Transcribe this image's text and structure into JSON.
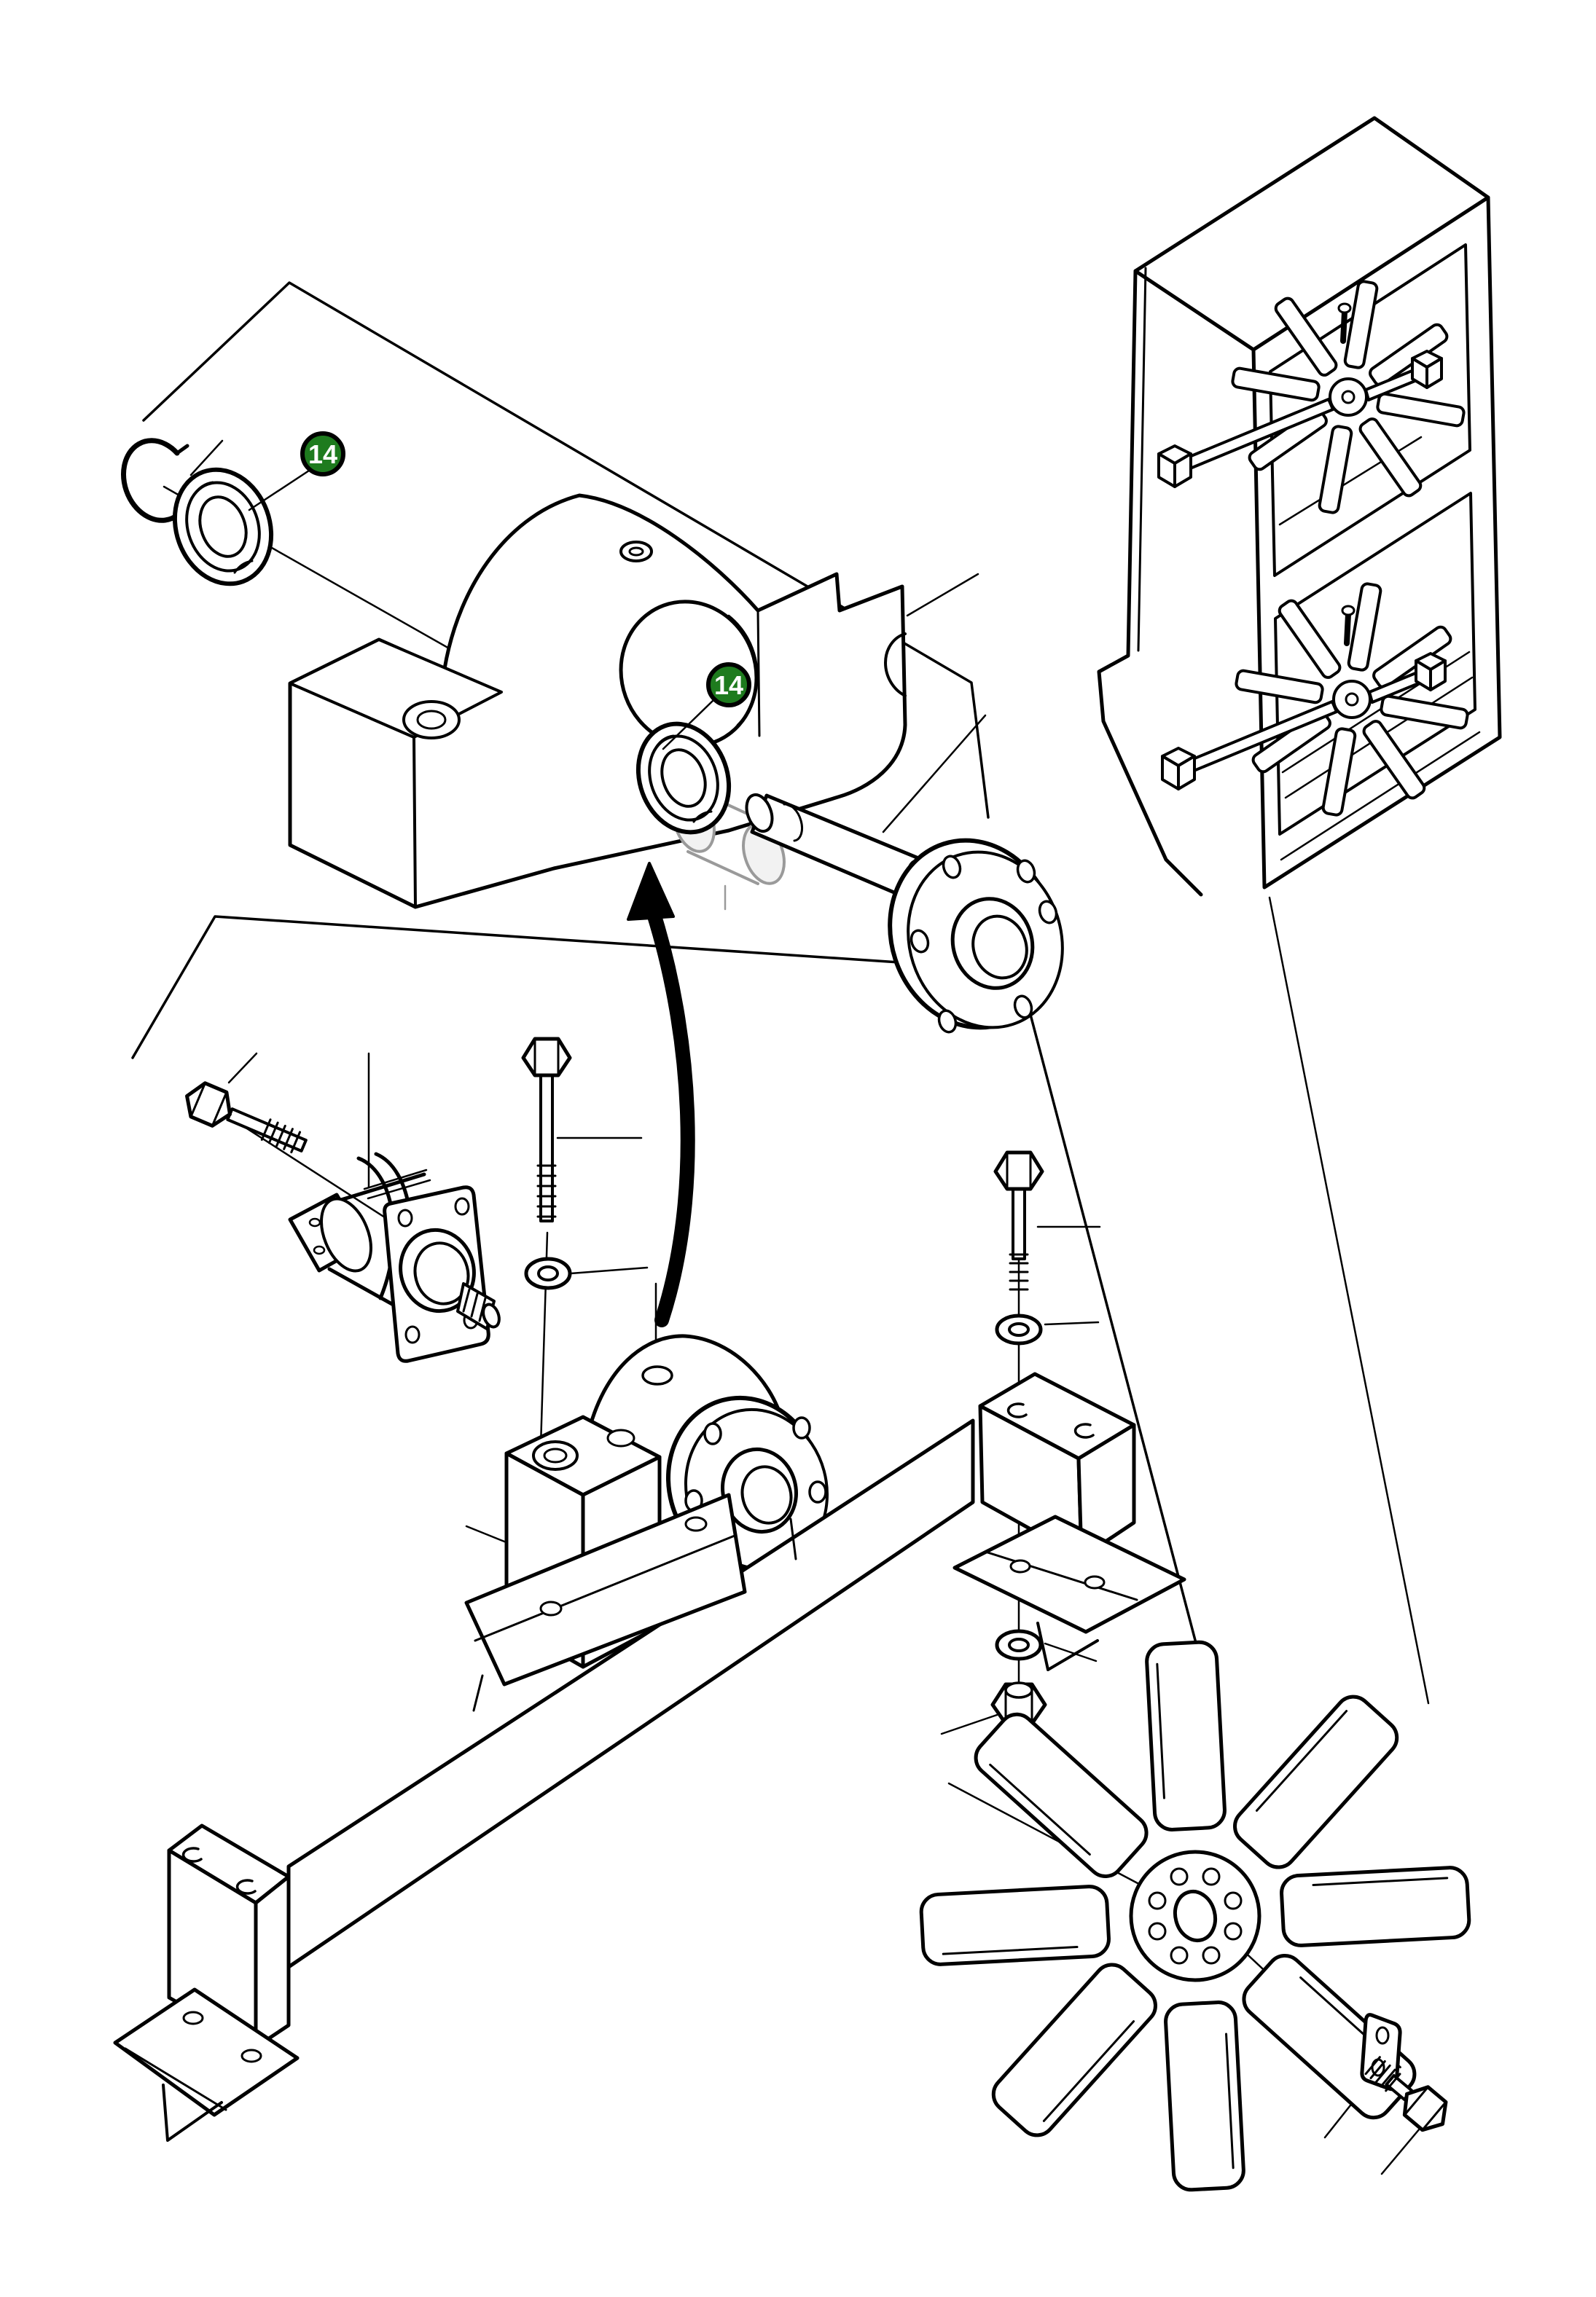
{
  "page": {
    "background": "#ffffff",
    "ink": "#000000"
  },
  "badge": {
    "fill": "#1e7b1e",
    "ring": "#000000",
    "text_color": "#ffffff"
  },
  "callouts": [
    {
      "label": "14",
      "target": "front-bearing"
    },
    {
      "label": "14",
      "target": "rear-bearing"
    }
  ],
  "parts": [
    {
      "name": "snap-ring"
    },
    {
      "name": "front-bearing"
    },
    {
      "name": "pillow-block-housing"
    },
    {
      "name": "spacer-bushing"
    },
    {
      "name": "rear-bearing"
    },
    {
      "name": "fan-shaft-with-hub-flange"
    },
    {
      "name": "fan-cage-frame-with-impellers"
    },
    {
      "name": "hydraulic-motor"
    },
    {
      "name": "motor-flange-bolt"
    },
    {
      "name": "mount-bolt-front"
    },
    {
      "name": "flat-washer-front"
    },
    {
      "name": "assembled-bearing-unit"
    },
    {
      "name": "axle-beam"
    },
    {
      "name": "left-end-block"
    },
    {
      "name": "left-angle-bracket"
    },
    {
      "name": "mount-bolt-rear"
    },
    {
      "name": "flat-washer-rear"
    },
    {
      "name": "right-end-block"
    },
    {
      "name": "right-angle-bracket"
    },
    {
      "name": "lower-flat-washer"
    },
    {
      "name": "hex-nut"
    },
    {
      "name": "eight-blade-fan"
    },
    {
      "name": "lock-tab-plate"
    },
    {
      "name": "fan-hub-bolt"
    }
  ]
}
